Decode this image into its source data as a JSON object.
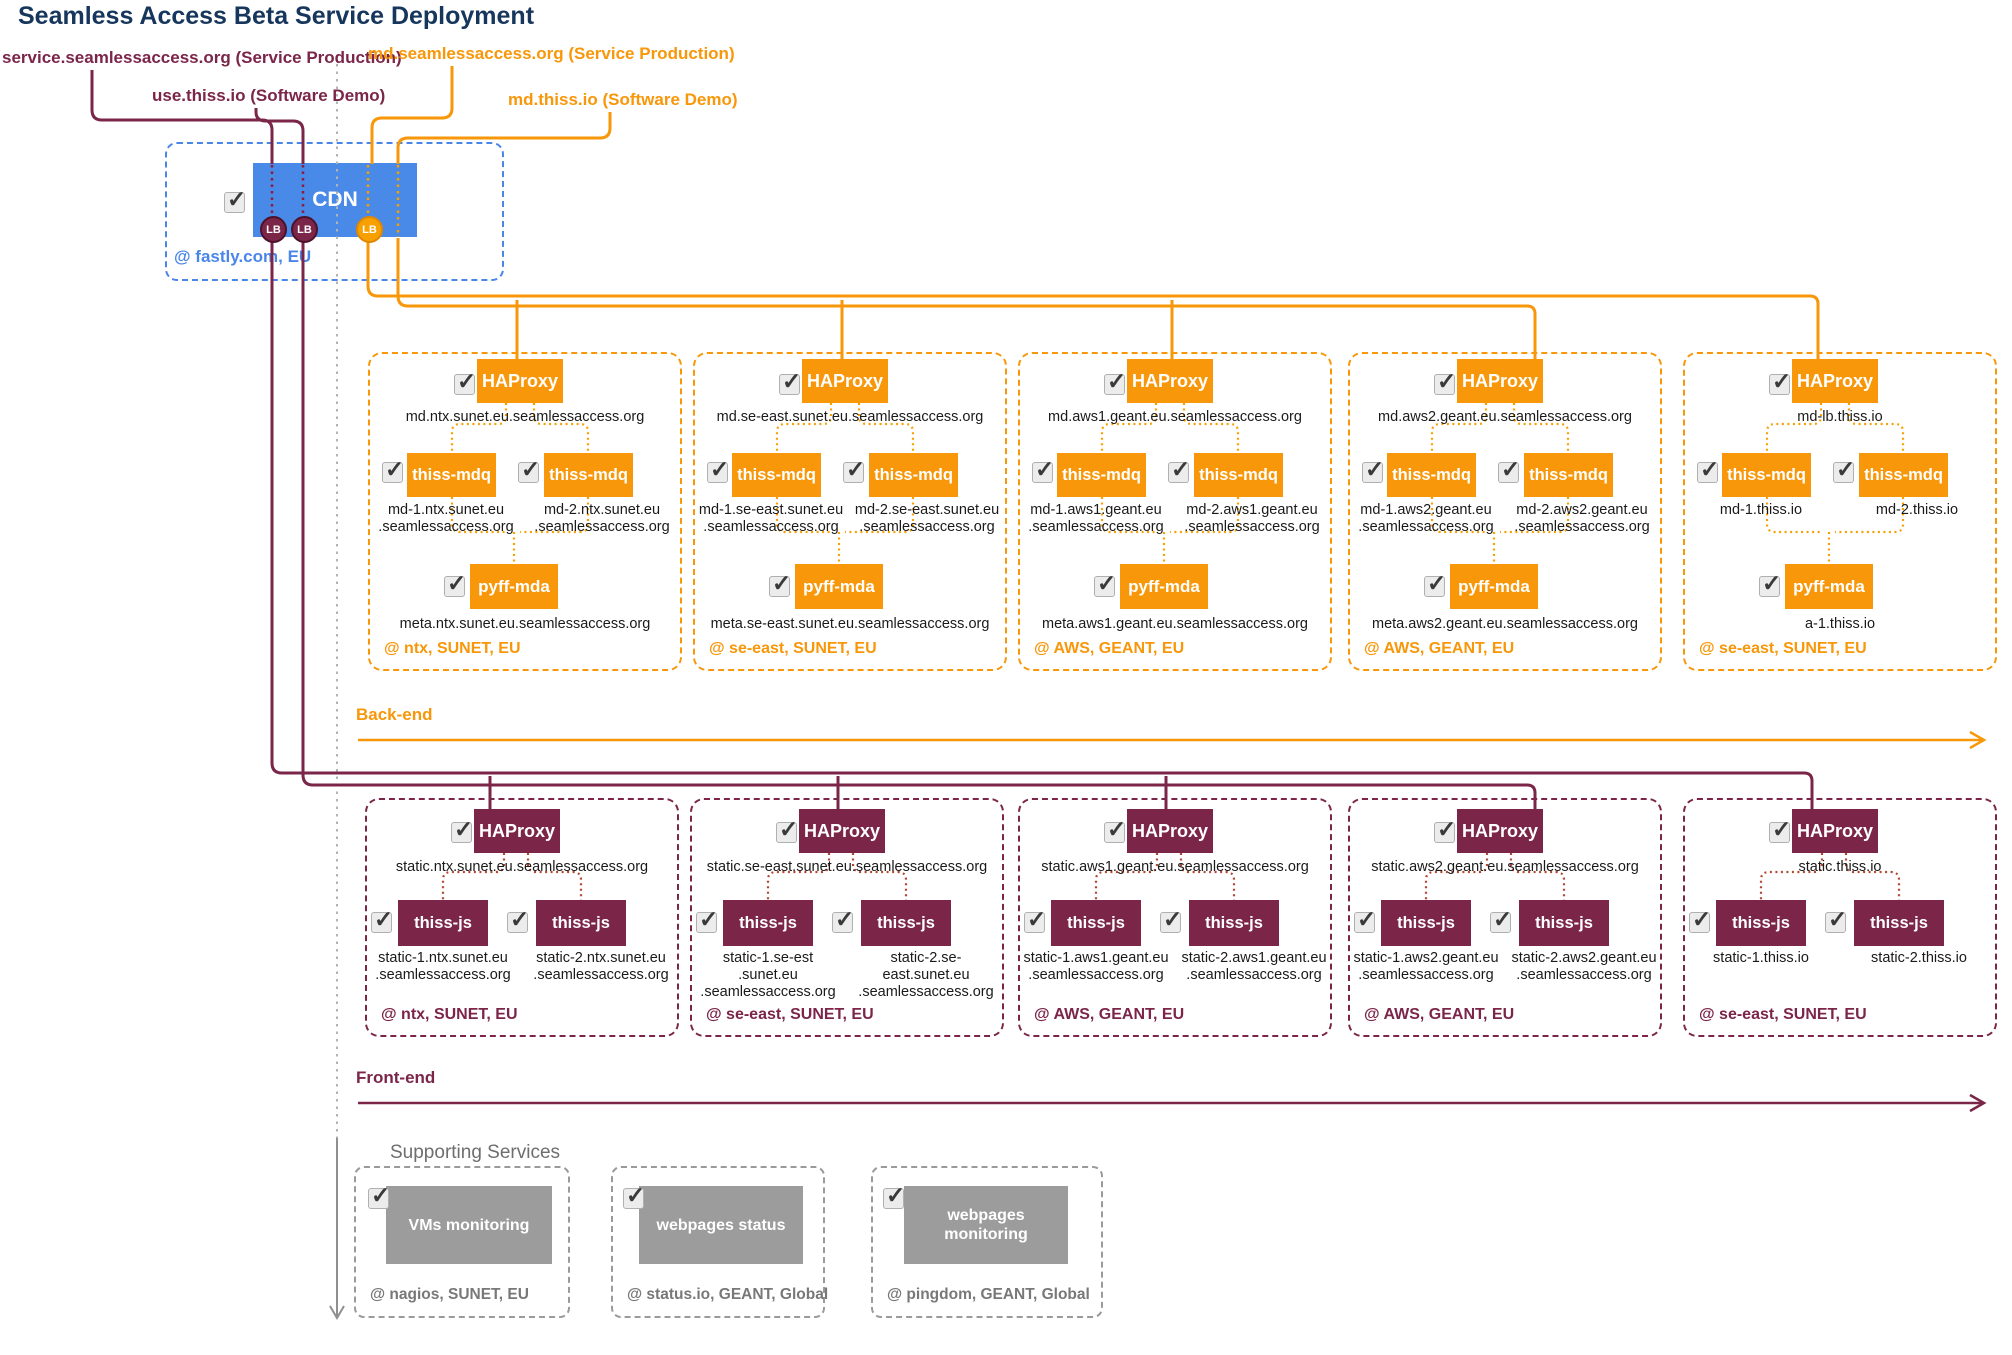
{
  "title": "Seamless Access Beta Service Deployment",
  "colors": {
    "orange": "#f79709",
    "maroon": "#7b2649",
    "blue": "#4989e8",
    "rust_connector": "#b04632",
    "gray": "#9c9c9c",
    "title_navy": "#16365c"
  },
  "top_labels": [
    {
      "text": "service.seamlessaccess.org (Service Production)",
      "color": "maroon"
    },
    {
      "text": "md.seamlessaccess.org (Service Production)",
      "color": "orange"
    },
    {
      "text": "use.thiss.io (Software Demo)",
      "color": "maroon"
    },
    {
      "text": "md.thiss.io (Software Demo)",
      "color": "orange"
    }
  ],
  "cdn": {
    "label": "CDN",
    "location": "@ fastly.com, EU",
    "lb_badges": [
      "LB",
      "LB",
      "LB"
    ]
  },
  "backend": {
    "section_label": "Back-end",
    "haproxy_label": "HAProxy",
    "mdq_label": "thiss-mdq",
    "mda_label": "pyff-mda",
    "groups": [
      {
        "haproxy_label": "HAProxy",
        "mdq1_label": "thiss-mdq",
        "mdq2_label": "thiss-mdq",
        "mda_label": "pyff-mda",
        "haproxy_domain": "md.ntx.sunet.eu.seamlessaccess.org",
        "mdq1_domain": "md-1.ntx.sunet.eu\n.seamlessaccess.org",
        "mdq2_domain": "md-2.ntx.sunet.eu\n.seamlessaccess.org",
        "mda_domain": "meta.ntx.sunet.eu.seamlessaccess.org",
        "location": "@ ntx, SUNET, EU"
      },
      {
        "haproxy_label": "HAProxy",
        "mdq1_label": "thiss-mdq",
        "mdq2_label": "thiss-mdq",
        "mda_label": "pyff-mda",
        "haproxy_domain": "md.se-east.sunet.eu.seamlessaccess.org",
        "mdq1_domain": "md-1.se-east.sunet.eu\n.seamlessaccess.org",
        "mdq2_domain": "md-2.se-east.sunet.eu\n.seamlessaccess.org",
        "mda_domain": "meta.se-east.sunet.eu.seamlessaccess.org",
        "location": "@ se-east, SUNET, EU"
      },
      {
        "haproxy_label": "HAProxy",
        "mdq1_label": "thiss-mdq",
        "mdq2_label": "thiss-mdq",
        "mda_label": "pyff-mda",
        "haproxy_domain": "md.aws1.geant.eu.seamlessaccess.org",
        "mdq1_domain": "md-1.aws1.geant.eu\n.seamlessaccess.org",
        "mdq2_domain": "md-2.aws1.geant.eu\n.seamlessaccess.org",
        "mda_domain": "meta.aws1.geant.eu.seamlessaccess.org",
        "location": "@ AWS, GEANT, EU"
      },
      {
        "haproxy_label": "HAProxy",
        "mdq1_label": "thiss-mdq",
        "mdq2_label": "thiss-mdq",
        "mda_label": "pyff-mda",
        "haproxy_domain": "md.aws2.geant.eu.seamlessaccess.org",
        "mdq1_domain": "md-1.aws2.geant.eu\n.seamlessaccess.org",
        "mdq2_domain": "md-2.aws2.geant.eu\n.seamlessaccess.org",
        "mda_domain": "meta.aws2.geant.eu.seamlessaccess.org",
        "location": "@ AWS, GEANT, EU"
      },
      {
        "haproxy_label": "HAProxy",
        "mdq1_label": "thiss-mdq",
        "mdq2_label": "thiss-mdq",
        "mda_label": "pyff-mda",
        "haproxy_domain": "md-lb.thiss.io",
        "mdq1_domain": "md-1.thiss.io",
        "mdq2_domain": "md-2.thiss.io",
        "mda_domain": "a-1.thiss.io",
        "location": "@ se-east, SUNET, EU"
      }
    ]
  },
  "frontend": {
    "section_label": "Front-end",
    "groups": [
      {
        "haproxy_label": "HAProxy",
        "js1_label": "thiss-js",
        "js2_label": "thiss-js",
        "haproxy_domain": "static.ntx.sunet.eu.seamlessaccess.org",
        "js1_domain": "static-1.ntx.sunet.eu\n.seamlessaccess.org",
        "js2_domain": "static-2.ntx.sunet.eu\n.seamlessaccess.org",
        "location": "@ ntx, SUNET, EU"
      },
      {
        "haproxy_label": "HAProxy",
        "js1_label": "thiss-js",
        "js2_label": "thiss-js",
        "haproxy_domain": "static.se-east.sunet.eu.seamlessaccess.org",
        "js1_domain": "static-1.se-est\n.sunet.eu\n.seamlessaccess.org",
        "js2_domain": "static-2.se-\neast.sunet.eu\n.seamlessaccess.org",
        "location": "@ se-east, SUNET, EU"
      },
      {
        "haproxy_label": "HAProxy",
        "js1_label": "thiss-js",
        "js2_label": "thiss-js",
        "haproxy_domain": "static.aws1.geant.eu.seamlessaccess.org",
        "js1_domain": "static-1.aws1.geant.eu\n.seamlessaccess.org",
        "js2_domain": "static-2.aws1.geant.eu\n.seamlessaccess.org",
        "location": "@ AWS, GEANT, EU"
      },
      {
        "haproxy_label": "HAProxy",
        "js1_label": "thiss-js",
        "js2_label": "thiss-js",
        "haproxy_domain": "static.aws2.geant.eu.seamlessaccess.org",
        "js1_domain": "static-1.aws2.geant.eu\n.seamlessaccess.org",
        "js2_domain": "static-2.aws2.geant.eu\n.seamlessaccess.org",
        "location": "@ AWS, GEANT, EU"
      },
      {
        "haproxy_label": "HAProxy",
        "js1_label": "thiss-js",
        "js2_label": "thiss-js",
        "haproxy_domain": "static.thiss.io",
        "js1_domain": "static-1.thiss.io",
        "js2_domain": "static-2.thiss.io",
        "location": "@ se-east, SUNET, EU"
      }
    ]
  },
  "supporting": {
    "section_label": "Supporting Services",
    "services": [
      {
        "label": "VMs monitoring",
        "location": "@ nagios, SUNET, EU"
      },
      {
        "label": "webpages status",
        "location": "@ status.io, GEANT, Global"
      },
      {
        "label": "webpages\nmonitoring",
        "location": "@ pingdom, GEANT, Global"
      }
    ]
  }
}
